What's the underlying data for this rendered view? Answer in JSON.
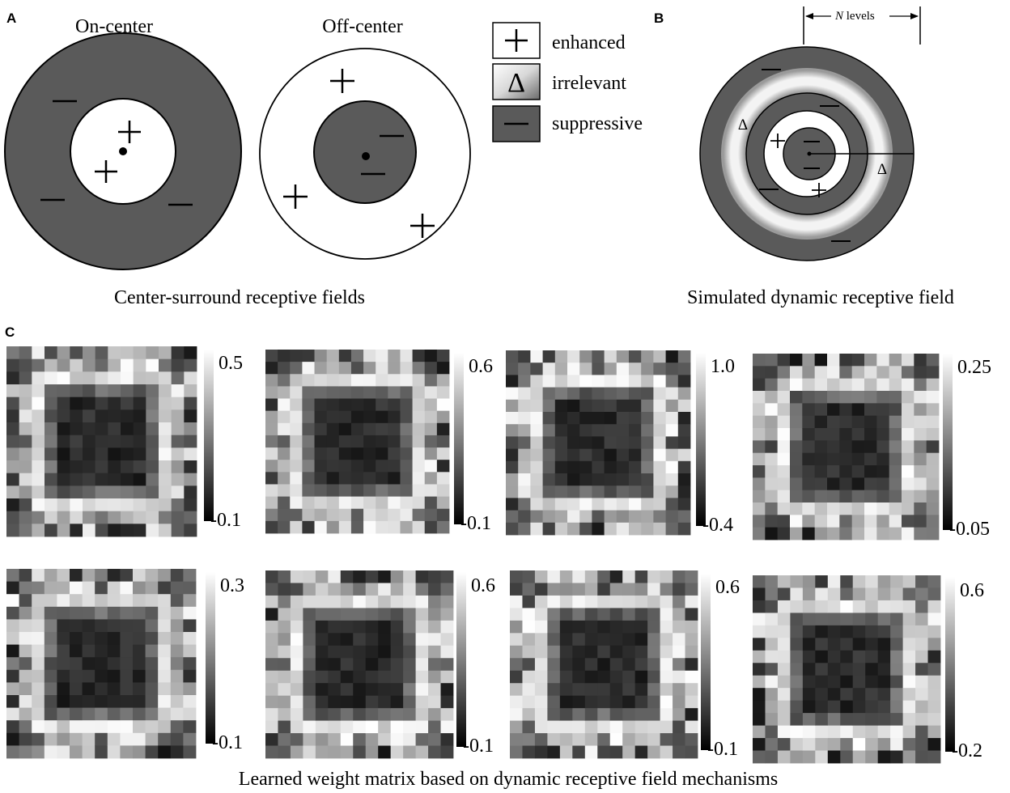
{
  "panel_a": {
    "letter": "A",
    "on_center_title": "On-center",
    "off_center_title": "Off-center",
    "caption": "Center-surround receptive fields"
  },
  "legend": {
    "items": [
      {
        "symbol": "+",
        "label": "enhanced"
      },
      {
        "symbol": "Δ",
        "label": "irrelevant"
      },
      {
        "symbol": "−",
        "label": "suppressive"
      }
    ]
  },
  "panel_b": {
    "letter": "B",
    "n_levels_italic": "N",
    "n_levels_label": " levels",
    "caption": "Simulated dynamic receptive field",
    "marks": {
      "plus": "+",
      "minus": "−",
      "delta": "Δ"
    }
  },
  "panel_c": {
    "letter": "C",
    "caption": "Learned weight matrix based on dynamic receptive field mechanisms",
    "matrices": [
      {
        "max": "0.5",
        "min": "-0.1"
      },
      {
        "max": "0.6",
        "min": "-0.1"
      },
      {
        "max": "1.0",
        "min": "-0.4"
      },
      {
        "max": "0.25",
        "min": "-0.05"
      },
      {
        "max": "0.3",
        "min": "-0.1"
      },
      {
        "max": "0.6",
        "min": "-0.1"
      },
      {
        "max": "0.6",
        "min": "-0.1"
      },
      {
        "max": "0.6",
        "min": "-0.2"
      }
    ]
  },
  "colors": {
    "suppressive": "#5a5a5a",
    "stroke": "#000000",
    "background": "#ffffff"
  }
}
